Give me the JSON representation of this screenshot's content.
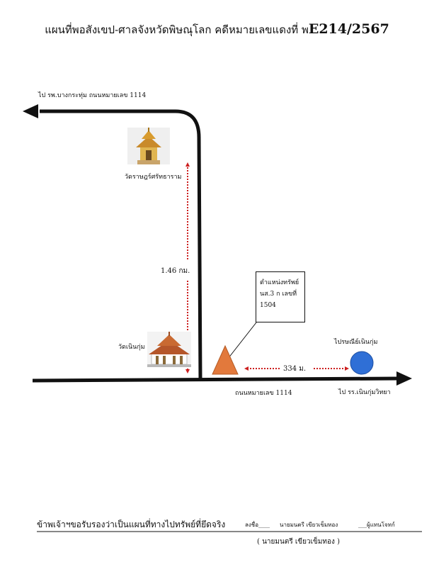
{
  "title": {
    "text": "แผนที่พอสังเขป-ศาลจังหวัดพิษณุโลก คดีหมายเลขแดงที่ พ",
    "case_no": "E214/2567"
  },
  "labels": {
    "road_top": "ไป รพ.บางกระทุ่ม ถนนหมายเลข 1114",
    "temple_top": "วัดราษฎร์ศรัทธาราม",
    "distance_vertical": "1.46 กม.",
    "temple_bottom": "วัดเนินกุ่ม",
    "parcel_box": [
      "ตำแหน่งทรัพย์",
      "นส.3 ก เลขที่",
      "1504"
    ],
    "distance_horizontal": "334 ม.",
    "post_office": "ไปรษณีย์เนินกุ่ม",
    "road_bottom": "ถนนหมายเลข 1114",
    "school": "ไป รร.เนินกุ่มวิทยา"
  },
  "footer": {
    "certify": "ข้าพเจ้าฯขอรับรองว่าเป็นแผนที่ทางไปทรัพย์ที่ยึดจริง",
    "signed": "ลงชื่อ____",
    "signer": "นายมนตรี เขียวเข็มทอง",
    "role": "___ผู้แทนโจทก์",
    "name_paren": "( นายมนตรี เขียวเข็มทอง )"
  },
  "colors": {
    "road": "#111111",
    "distance_arrow": "#cc1f1f",
    "parcel_marker": "#e2793c",
    "post_office_marker": "#2f6fd6"
  },
  "icons": [
    "temple-icon",
    "temple-icon",
    "triangle-marker-icon",
    "circle-marker-icon"
  ]
}
